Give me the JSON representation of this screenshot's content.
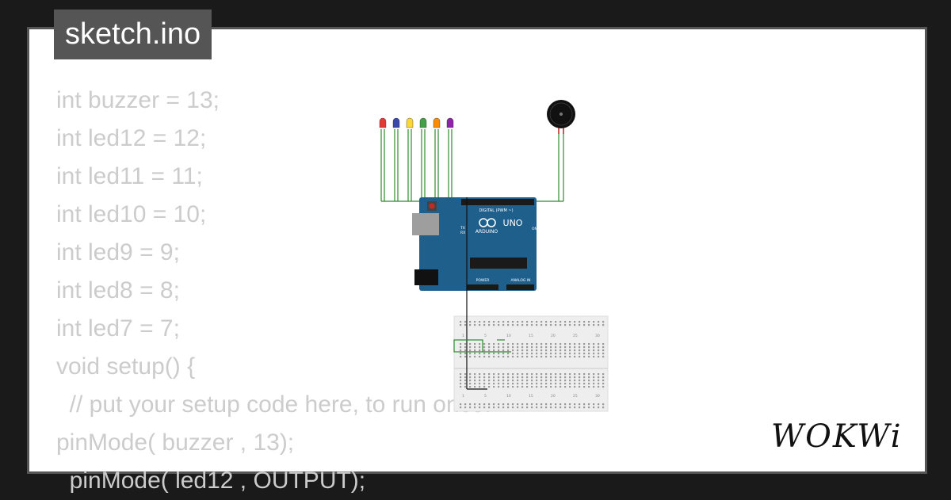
{
  "file_tab": {
    "label": "sketch.ino"
  },
  "code": {
    "lines": [
      "int buzzer = 13;",
      "int led12 = 12;",
      "int led11 = 11;",
      "int led10 = 10;",
      "int led9 = 9;",
      "int led8 = 8;",
      "int led7 = 7;",
      "void setup() {",
      "  // put your setup code here, to run once:",
      "pinMode( buzzer , 13);",
      "  pinMode( led12 , OUTPUT);"
    ]
  },
  "diagram": {
    "leds": [
      {
        "color": "#e53935",
        "name": "red"
      },
      {
        "color": "#3949ab",
        "name": "blue"
      },
      {
        "color": "#fdd835",
        "name": "yellow"
      },
      {
        "color": "#43a047",
        "name": "green"
      },
      {
        "color": "#fb8c00",
        "name": "orange"
      },
      {
        "color": "#8e24aa",
        "name": "purple"
      }
    ],
    "board": {
      "name": "UNO",
      "brand": "ARDUINO",
      "header_label": "DIGITAL (PWM ~)",
      "power_label": "POWER",
      "analog_label": "ANALOG IN",
      "on_label": "ON",
      "tx_label": "TX",
      "rx_label": "RX",
      "color": "#1f5f8b"
    },
    "breadboard": {
      "column_numbers": [
        "1",
        "5",
        "10",
        "15",
        "20",
        "25",
        "30"
      ]
    },
    "wire_color": "#2e8b2e"
  },
  "brand": {
    "logo_text": "WOKWi"
  },
  "colors": {
    "background": "#1a1a1a",
    "card": "#ffffff",
    "tab": "#555555",
    "code_text": "#cccccc"
  }
}
